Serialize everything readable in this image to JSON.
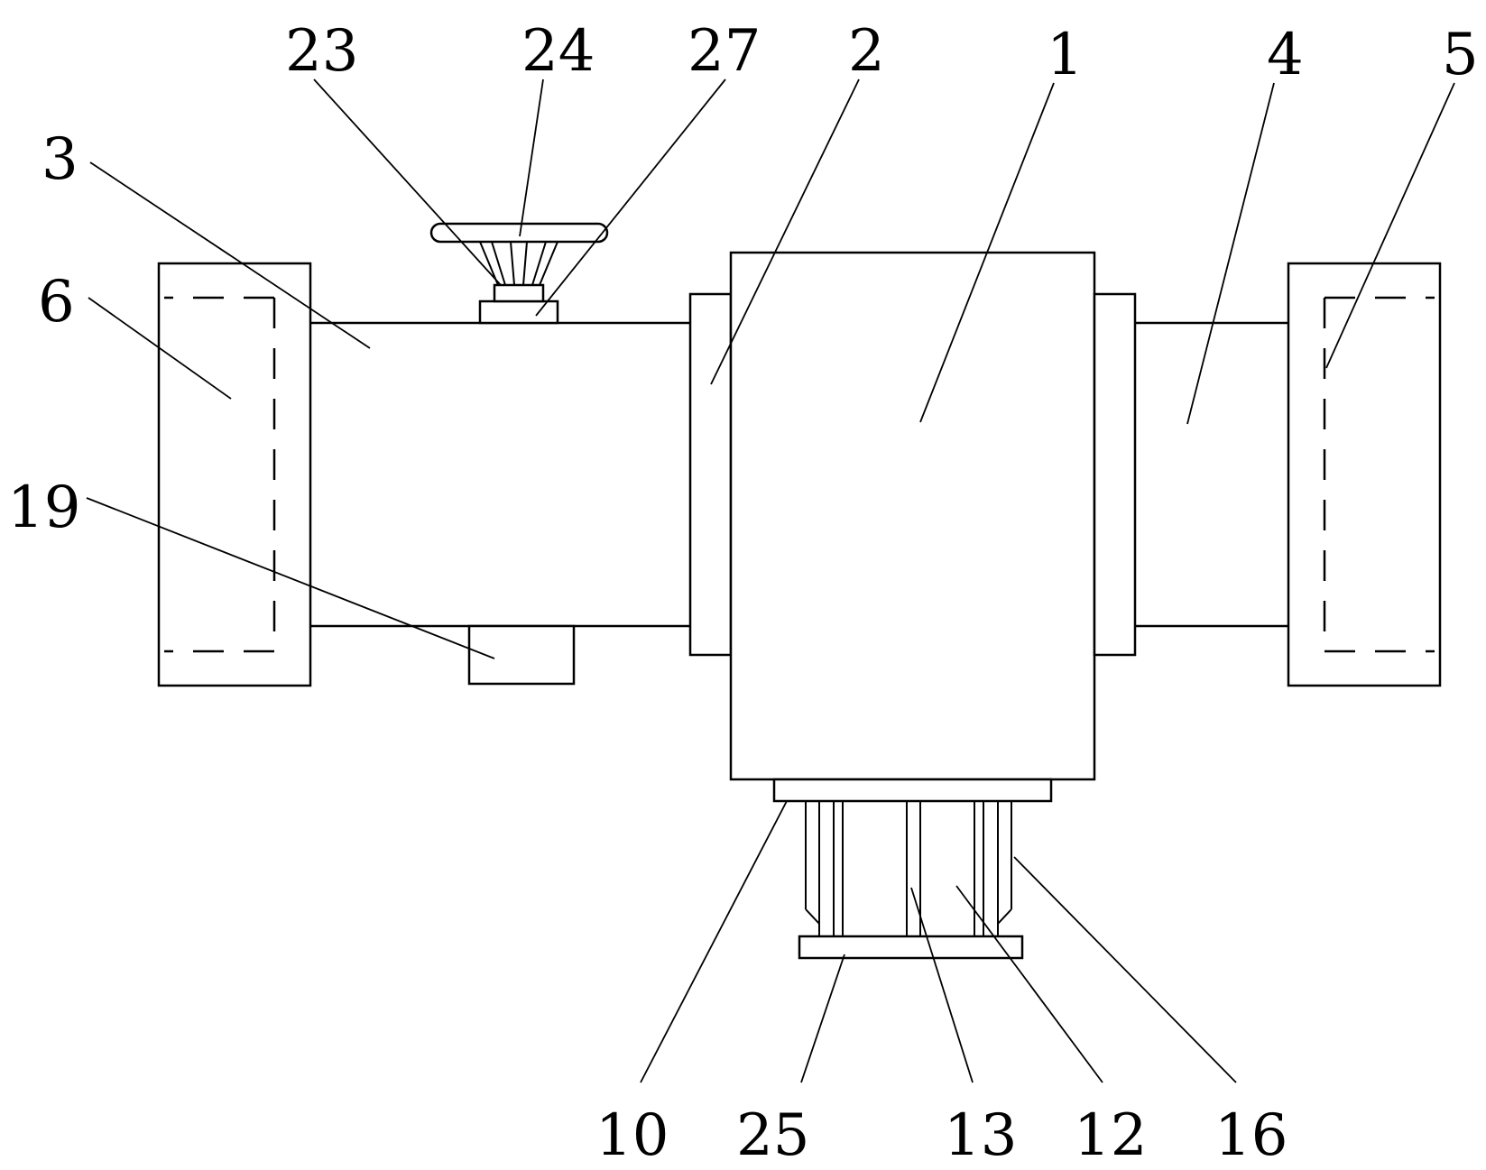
{
  "callouts": {
    "c23": "23",
    "c24": "24",
    "c27": "27",
    "c2": "2",
    "c1": "1",
    "c4": "4",
    "c5": "5",
    "c3": "3",
    "c6": "6",
    "c19": "19",
    "c10": "10",
    "c25": "25",
    "c13": "13",
    "c12": "12",
    "c16": "16"
  },
  "colors": {
    "stroke": "#000000",
    "background": "#ffffff"
  }
}
